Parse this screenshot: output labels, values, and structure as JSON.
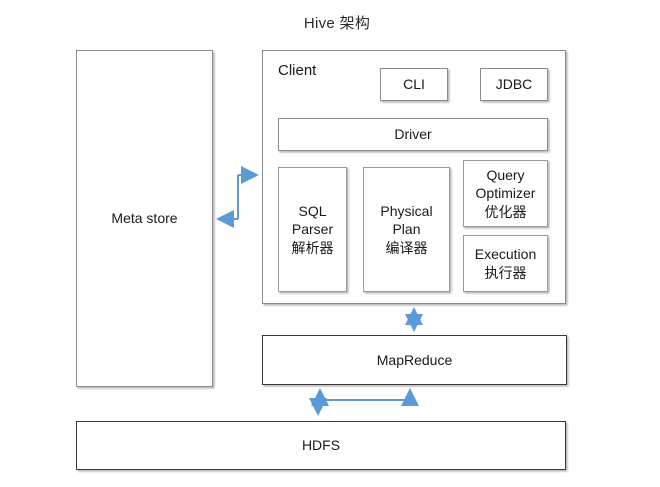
{
  "diagram": {
    "title": "Hive 架构",
    "accent_color": "#5b9bd5",
    "box_border_color": "#8c8c8c",
    "background": "#ffffff",
    "nodes": {
      "meta_store": {
        "label": "Meta store"
      },
      "client": {
        "label": "Client"
      },
      "cli": {
        "label": "CLI"
      },
      "jdbc": {
        "label": "JDBC"
      },
      "driver": {
        "label": "Driver"
      },
      "sql_parser": {
        "line1": "SQL",
        "line2": "Parser",
        "line3": "解析器"
      },
      "physical_plan": {
        "line1": "Physical",
        "line2": "Plan",
        "line3": "编译器"
      },
      "query_optimizer": {
        "line1": "Query",
        "line2": "Optimizer",
        "line3": "优化器"
      },
      "execution": {
        "line1": "Execution",
        "line2": "执行器"
      },
      "mapreduce": {
        "label": "MapReduce"
      },
      "hdfs": {
        "label": "HDFS"
      }
    },
    "connectors": [
      {
        "name": "client-to-metastore",
        "from": "Client",
        "to": "Meta store",
        "style": "bidirectional-stepped"
      },
      {
        "name": "client-to-mapreduce",
        "from": "Client",
        "to": "MapReduce",
        "style": "bidirectional-vertical"
      },
      {
        "name": "mapreduce-to-hdfs",
        "from": "MapReduce",
        "to": "HDFS",
        "style": "bidirectional-stepped"
      }
    ]
  }
}
